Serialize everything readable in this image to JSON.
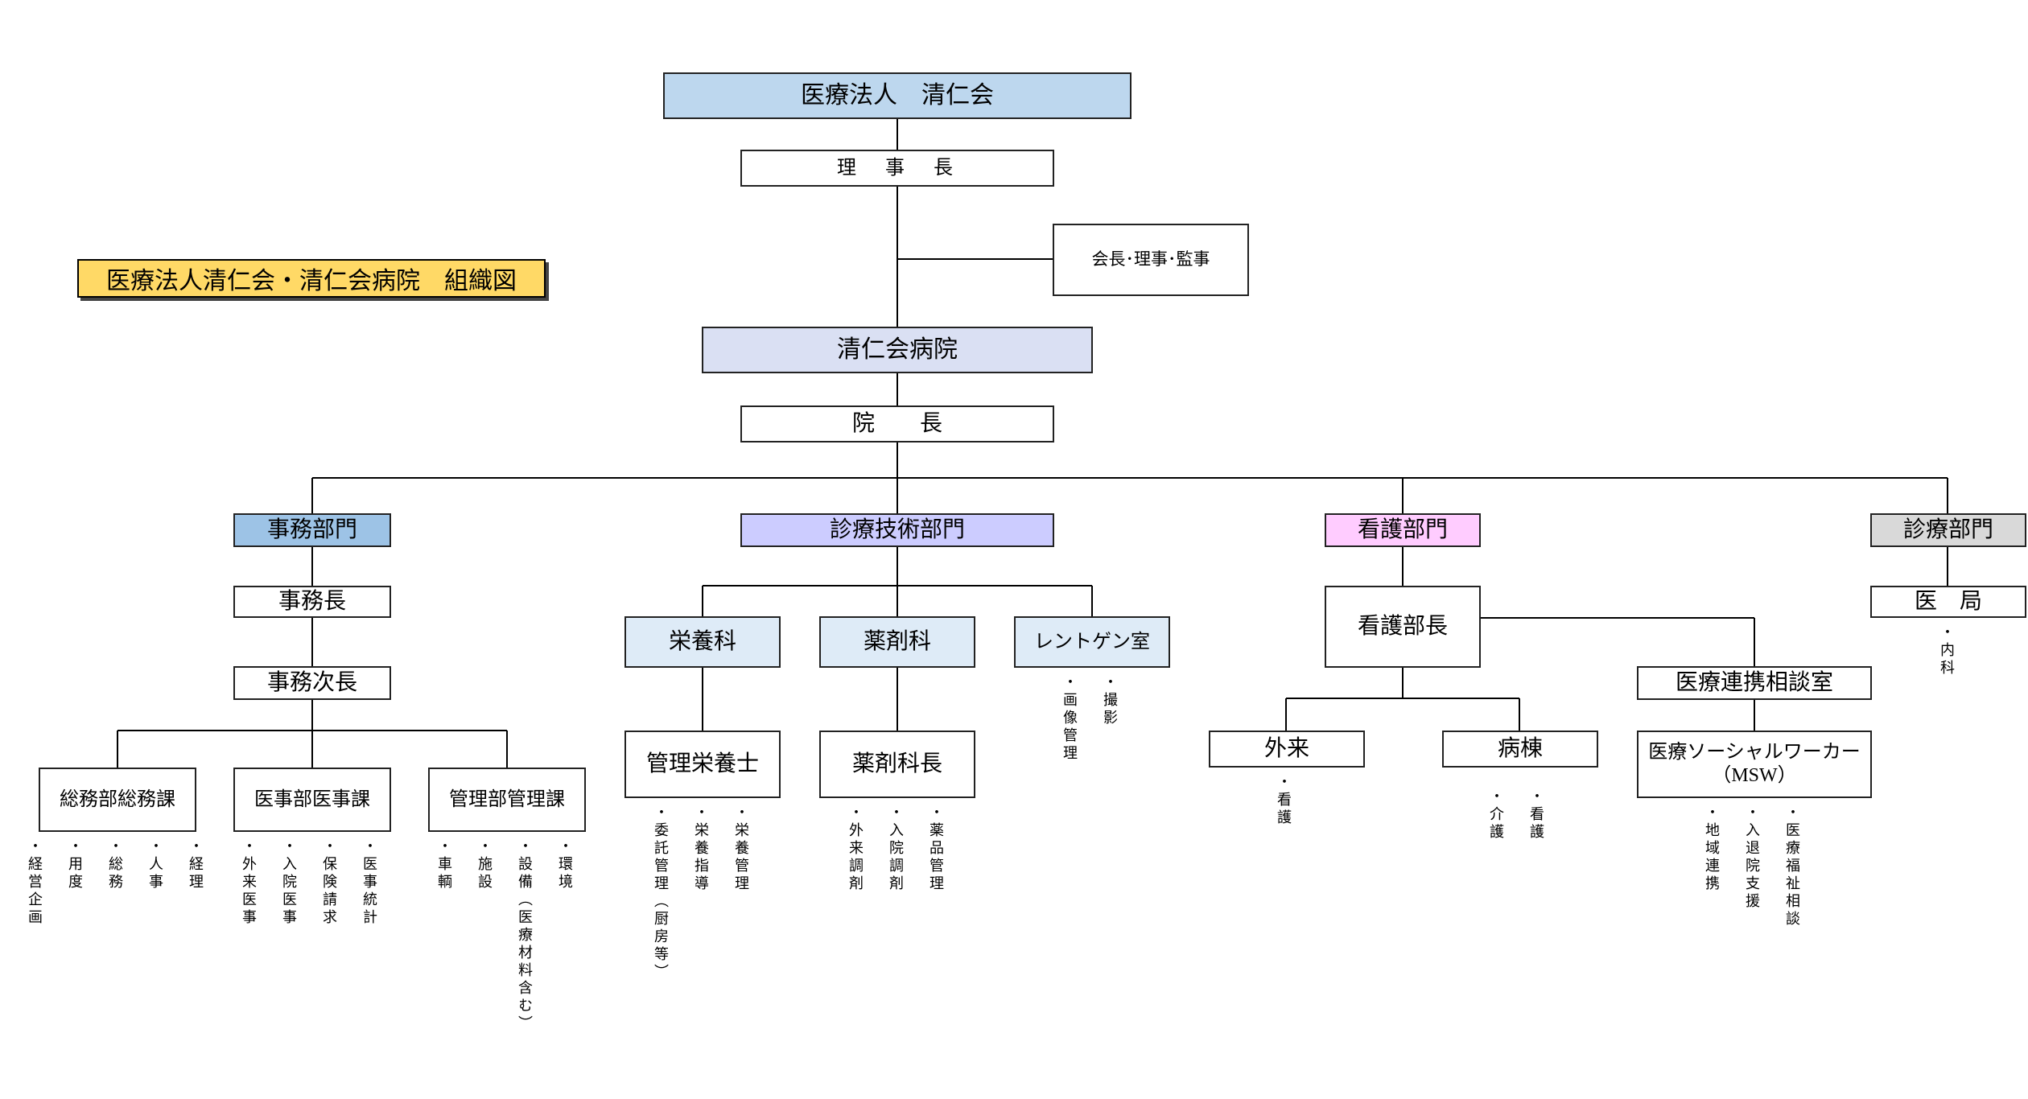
{
  "diagram_title": "医療法人清仁会・清仁会病院　組織図",
  "corporation": "医療法人　清仁会",
  "chairman": "理　事　長",
  "board": "会長･理事･監事",
  "hospital": "清仁会病院",
  "director": "院　　長",
  "divisions": {
    "admin": {
      "name": "事務部門",
      "head": "事務長",
      "deputy": "事務次長",
      "sections": [
        {
          "name": "総務部総務課",
          "duties": [
            "・経営企画",
            "・用度",
            "・総務",
            "・人事",
            "・経理"
          ]
        },
        {
          "name": "医事部医事課",
          "duties": [
            "・外来医事",
            "・入院医事",
            "・保険請求",
            "・医事統計"
          ]
        },
        {
          "name": "管理部管理課",
          "duties": [
            "・車輌",
            "・施設",
            "・設備（医療材料含む）",
            "・環境"
          ]
        }
      ]
    },
    "tech": {
      "name": "診療技術部門",
      "units": [
        {
          "name": "栄養科",
          "sub": "管理栄養士",
          "duties": [
            "・委託管理（厨房等）",
            "・栄養指導",
            "・栄養管理"
          ]
        },
        {
          "name": "薬剤科",
          "sub": "薬剤科長",
          "duties": [
            "・外来調剤",
            "・入院調剤",
            "・薬品管理"
          ]
        },
        {
          "name": "レントゲン室",
          "duties": [
            "・画像管理",
            "・撮影"
          ]
        }
      ]
    },
    "nursing": {
      "name": "看護部門",
      "head": "看護部長",
      "units": [
        {
          "name": "外来",
          "duties": [
            "・看護"
          ]
        },
        {
          "name": "病棟",
          "duties": [
            "・介護",
            "・看護"
          ]
        }
      ],
      "liaison": {
        "name": "医療連携相談室",
        "sub_line1": "医療ソーシャルワーカー",
        "sub_line2": "（MSW）",
        "duties": [
          "・地域連携",
          "・入退院支援",
          "・医療福祉相談"
        ]
      }
    },
    "medical": {
      "name": "診療部門",
      "head": "医　局",
      "duties": [
        "・内科"
      ]
    }
  },
  "colors": {
    "corporation": "#bdd7ee",
    "hospital": "#dae0f3",
    "admin": "#9dc3e6",
    "tech": "#ccccff",
    "nursing": "#ffccff",
    "medical": "#d9d9d9",
    "tech_units": "#deebf7",
    "title_bg": "#ffd966"
  }
}
